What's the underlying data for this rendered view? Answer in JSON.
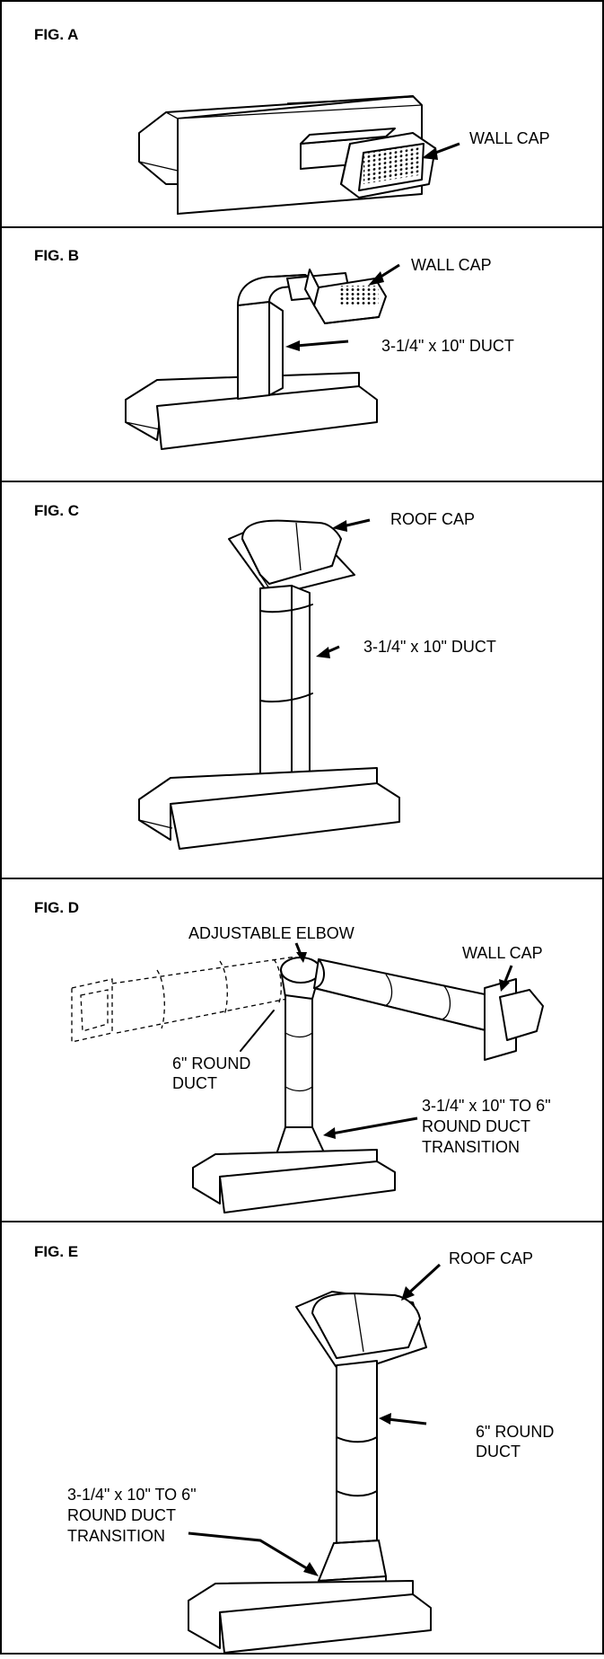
{
  "figures": [
    {
      "id": "A",
      "title": "FIG. A",
      "callouts": [
        "WALL CAP"
      ]
    },
    {
      "id": "B",
      "title": "FIG. B",
      "callouts": [
        "WALL CAP",
        "3-1/4\" x 10\" DUCT"
      ]
    },
    {
      "id": "C",
      "title": "FIG. C",
      "callouts": [
        "ROOF CAP",
        "3-1/4\" x 10\" DUCT"
      ]
    },
    {
      "id": "D",
      "title": "FIG. D",
      "callouts": [
        "ADJUSTABLE ELBOW",
        "WALL CAP",
        "6\" ROUND",
        "DUCT",
        "3-1/4\" x 10\" TO 6\"",
        "ROUND DUCT",
        "TRANSITION"
      ]
    },
    {
      "id": "E",
      "title": "FIG. E",
      "callouts": [
        "ROOF CAP",
        "6\" ROUND",
        "DUCT",
        "3-1/4\" x 10\" TO 6\"",
        "ROUND DUCT",
        "TRANSITION"
      ]
    }
  ]
}
